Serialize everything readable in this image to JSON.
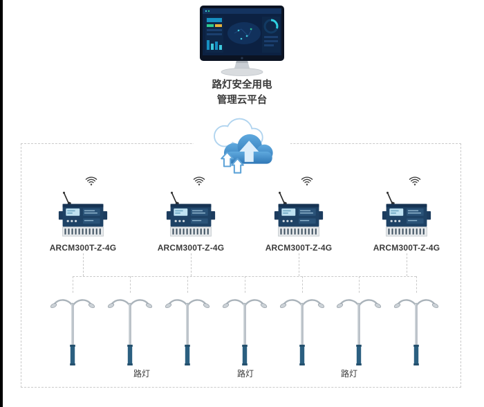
{
  "platform": {
    "title_line1": "路灯安全用电",
    "title_line2": "管理云平台"
  },
  "devices": [
    {
      "label": "ARCM300T-Z-4G"
    },
    {
      "label": "ARCM300T-Z-4G"
    },
    {
      "label": "ARCM300T-Z-4G"
    },
    {
      "label": "ARCM300T-Z-4G"
    }
  ],
  "lamps": {
    "count": 7,
    "labels": [
      "路灯",
      "路灯",
      "路灯"
    ]
  },
  "icons": {
    "monitor": "monitor-dashboard-icon",
    "cloud": "cloud-upload-icon",
    "wifi": "wifi-signal-icon",
    "device": "power-meter-icon",
    "lamp": "street-lamp-icon"
  },
  "colors": {
    "cloud_blue": "#3e8ecb",
    "device_navy": "#1e4265",
    "lamp_base_blue": "#2b5f80",
    "dashed_line": "#c9c9c9"
  }
}
